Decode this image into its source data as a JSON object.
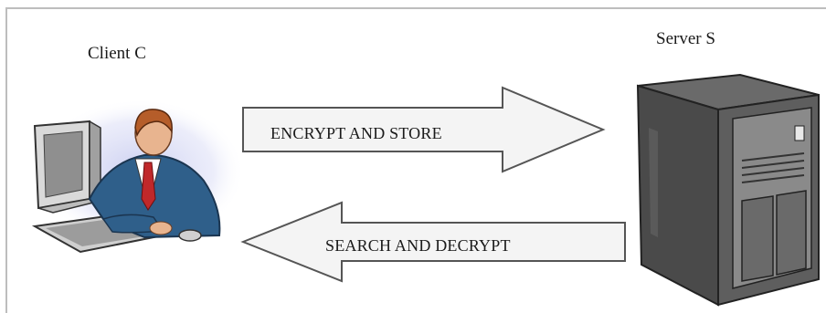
{
  "client": {
    "label": "Client C"
  },
  "server": {
    "label": "Server S"
  },
  "arrows": {
    "encrypt_label": "ENCRYPT AND STORE",
    "search_label": "SEARCH AND DECRYPT"
  },
  "colors": {
    "arrow_fill": "#f4f4f4",
    "arrow_stroke": "#555555",
    "server_body": "#4a4a4a",
    "suit": "#2f5f8a",
    "tie": "#c0282a",
    "halo": "#c9cdf0"
  }
}
